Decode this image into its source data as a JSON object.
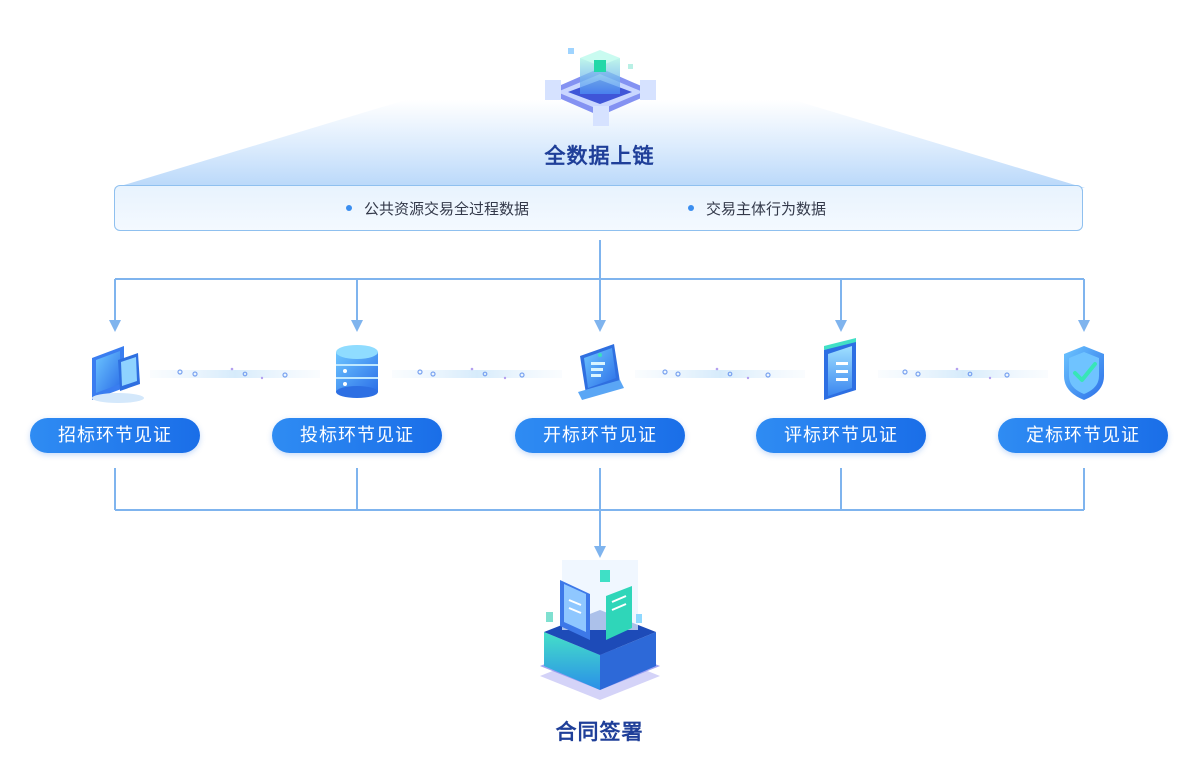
{
  "top": {
    "title": "全数据上链",
    "items": [
      "公共资源交易全过程数据",
      "交易主体行为数据"
    ]
  },
  "stages": [
    {
      "label": "招标环节见证",
      "icon": "tablet-devices-icon"
    },
    {
      "label": "投标环节见证",
      "icon": "database-icon"
    },
    {
      "label": "开标环节见证",
      "icon": "computer-icon"
    },
    {
      "label": "评标环节见证",
      "icon": "document-stack-icon"
    },
    {
      "label": "定标环节见证",
      "icon": "shield-check-icon"
    }
  ],
  "bottom": {
    "title": "合同签署"
  },
  "colors": {
    "line": "#7fb4ee",
    "button": "#1f7cef",
    "title": "#1f3f99"
  }
}
